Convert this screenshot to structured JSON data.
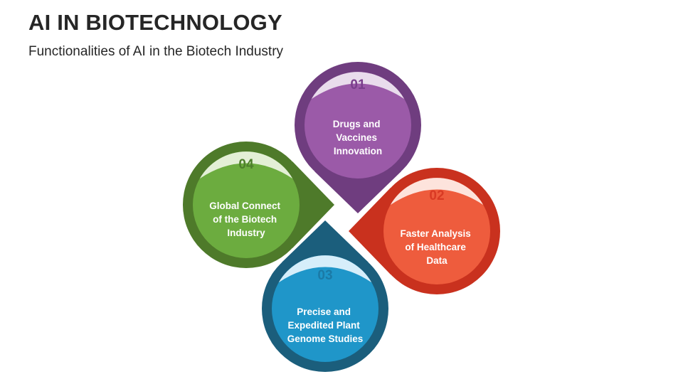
{
  "title": "AI IN BIOTECHNOLOGY",
  "subtitle": "Functionalities of AI in the Biotech Industry",
  "items": [
    {
      "number": "01",
      "lines": [
        "Drugs and",
        "Vaccines",
        "Innovation"
      ],
      "colors": {
        "outer": "#6f3d7f",
        "inner": "#9b5aa8",
        "cap": "#e9dcec",
        "number": "#7a3f8c"
      }
    },
    {
      "number": "02",
      "lines": [
        "Faster Analysis",
        "of Healthcare",
        "Data"
      ],
      "colors": {
        "outer": "#c9311e",
        "inner": "#ee5c3d",
        "cap": "#fde3dc",
        "number": "#d93a24"
      }
    },
    {
      "number": "03",
      "lines": [
        "Precise and",
        "Expedited Plant",
        "Genome Studies"
      ],
      "colors": {
        "outer": "#1b5e7c",
        "inner": "#1f96c9",
        "cap": "#d6eefa",
        "number": "#1b7aa6"
      }
    },
    {
      "number": "04",
      "lines": [
        "Global Connect",
        "of the Biotech",
        "Industry"
      ],
      "colors": {
        "outer": "#4e7a2a",
        "inner": "#6cac3f",
        "cap": "#e3efd6",
        "number": "#4d7f2b"
      }
    }
  ]
}
